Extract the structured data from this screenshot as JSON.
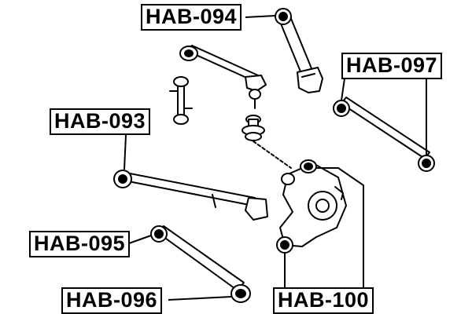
{
  "labels": {
    "hab_094": "HAB-094",
    "hab_097": "HAB-097",
    "hab_093": "HAB-093",
    "hab_095": "HAB-095",
    "hab_096": "HAB-096",
    "hab_100": "HAB-100"
  },
  "colors": {
    "ink": "#000000",
    "background": "#ffffff",
    "part_fill": "#ffffff",
    "shade": "#333333"
  }
}
